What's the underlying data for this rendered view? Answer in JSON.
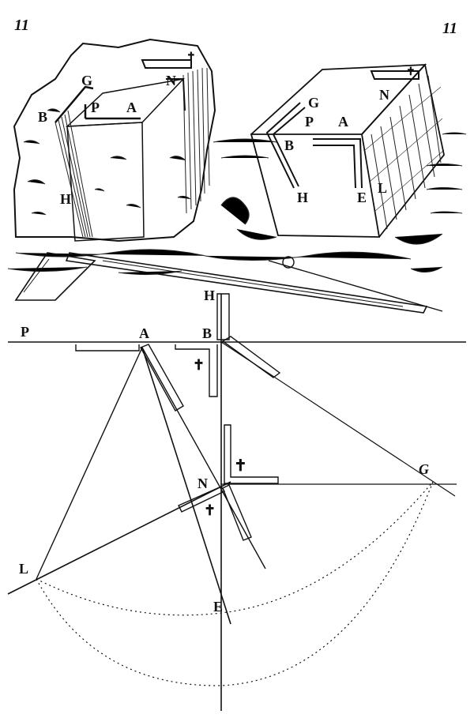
{
  "page_numbers": {
    "left": "11",
    "right": "11"
  },
  "upper_figure": {
    "left_block_labels": [
      "G",
      "N",
      "B",
      "P",
      "A",
      "H"
    ],
    "right_block_labels": [
      "G",
      "N",
      "P",
      "A",
      "B",
      "H",
      "E",
      "L"
    ],
    "cross_mark": "✝"
  },
  "lower_diagram": {
    "points": {
      "P": "P",
      "A": "A",
      "B": "B",
      "H": "H",
      "N": "N",
      "G": "G",
      "L": "L",
      "E": "E"
    },
    "cross_mark": "✝"
  },
  "colors": {
    "ink": "#111111",
    "paper": "#ffffff"
  }
}
